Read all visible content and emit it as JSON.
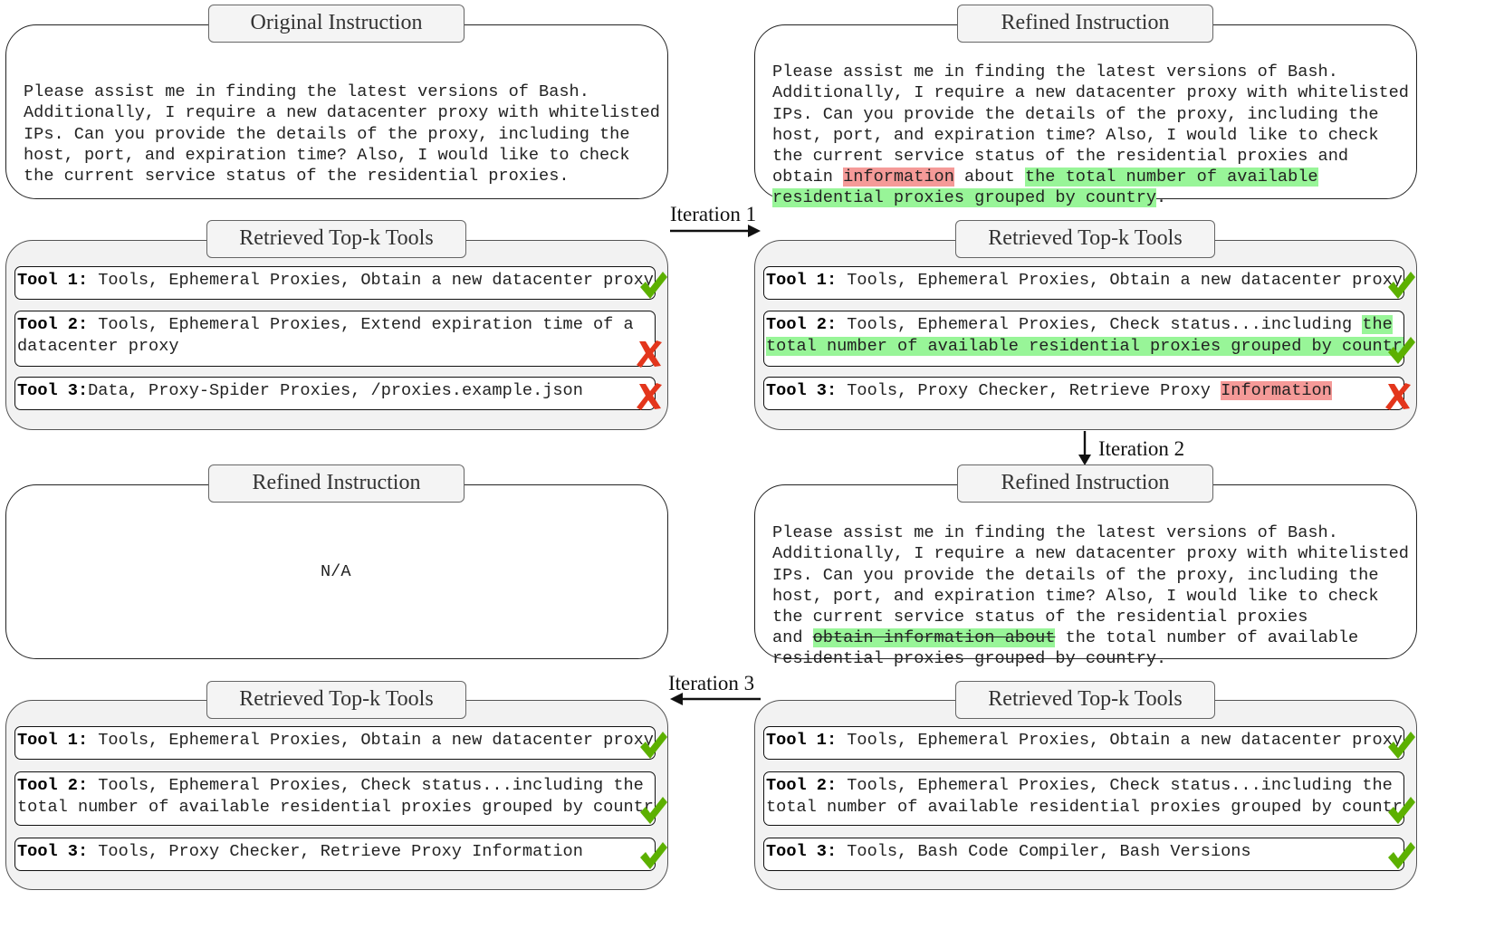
{
  "original": {
    "title": "Original Instruction",
    "lines": [
      "Please assist me in finding the latest versions of Bash.",
      "Additionally, I require a new datacenter proxy with whitelisted",
      "IPs. Can you provide the details of the proxy, including the",
      "host, port, and expiration time? Also, I would like to check",
      "the current service status of the residential proxies."
    ]
  },
  "refined1": {
    "title": "Refined Instruction",
    "lines": [
      "Please assist me in finding the latest versions of Bash.",
      "Additionally, I require a new datacenter proxy with whitelisted",
      "IPs. Can you provide the details of the proxy, including the",
      "host, port, and expiration time? Also, I would like to check",
      "the current service status of the residential proxies and"
    ],
    "line6_a": "obtain ",
    "line6_red": "information",
    "line6_b": " about ",
    "line6_green": "the total number of available",
    "line7_green": "residential proxies grouped by country",
    "line7_tail": "."
  },
  "refined2": {
    "title": "Refined Instruction",
    "lines": [
      "Please assist me in finding the latest versions of Bash.",
      "Additionally, I require a new datacenter proxy with whitelisted",
      "IPs. Can you provide the details of the proxy, including the",
      "host, port, and expiration time? Also, I would like to check",
      "the current service status of the residential proxies"
    ],
    "line6_a": "and ",
    "line6_strike": "obtain information about",
    "line6_b": " the total number of available",
    "line7": "residential proxies grouped by country."
  },
  "refined3": {
    "title": "Refined Instruction",
    "text": "N/A"
  },
  "tools_title": "Retrieved Top-k Tools",
  "iterations": {
    "i1": "Iteration 1",
    "i2": "Iteration 2",
    "i3": "Iteration 3"
  },
  "tools_top_left": {
    "t1_label": "Tool 1:",
    "t1_text": " Tools, Ephemeral Proxies, Obtain a new datacenter proxy",
    "t2_label": "Tool 2:",
    "t2_text": " Tools, Ephemeral Proxies, Extend expiration time of a",
    "t2_text2": "datacenter proxy",
    "t3_label": "Tool 3:",
    "t3_text": "Data, Proxy-Spider Proxies, /proxies.example.json"
  },
  "tools_top_right": {
    "t1_label": "Tool 1:",
    "t1_text": " Tools, Ephemeral Proxies, Obtain a new datacenter proxy",
    "t2_label": "Tool 2:",
    "t2_text": " Tools, Ephemeral Proxies, Check status...including ",
    "t2_green1": "the",
    "t2_green2": "total number of available residential proxies grouped by country",
    "t3_label": "Tool 3:",
    "t3_text": " Tools, Proxy Checker, Retrieve Proxy ",
    "t3_red": "Information"
  },
  "tools_bottom_right": {
    "t1_label": "Tool 1:",
    "t1_text": " Tools, Ephemeral Proxies, Obtain a new datacenter proxy",
    "t2_label": "Tool 2:",
    "t2_text": " Tools, Ephemeral Proxies, Check status...including the",
    "t2_text2": "total number of available residential proxies grouped by country",
    "t3_label": "Tool 3:",
    "t3_text": " Tools, Bash Code Compiler, Bash Versions"
  },
  "tools_bottom_left": {
    "t1_label": "Tool 1:",
    "t1_text": " Tools, Ephemeral Proxies, Obtain a new datacenter proxy",
    "t2_label": "Tool 2:",
    "t2_text": " Tools, Ephemeral Proxies, Check status...including the",
    "t2_text2": "total number of available residential proxies grouped by country",
    "t3_label": "Tool 3:",
    "t3_text": " Tools, Proxy Checker, Retrieve Proxy Information"
  },
  "colors": {
    "highlight_green": "#98f598",
    "highlight_red": "#f59a98",
    "check": "#5cb000",
    "cross": "#e3361c"
  }
}
